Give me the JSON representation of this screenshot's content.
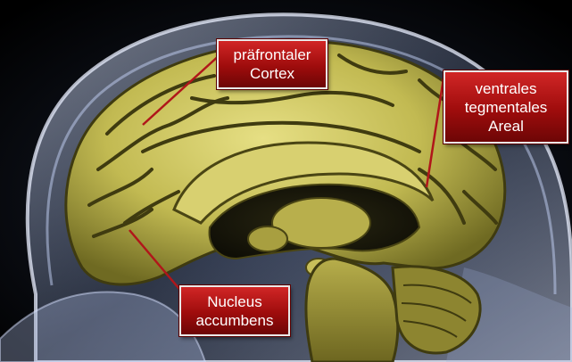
{
  "labels": {
    "prefrontal_cortex": {
      "line1": "präfrontaler",
      "line2": "Cortex"
    },
    "ventral_tegmental_area": {
      "line1": "ventrales",
      "line2": "tegmentales",
      "line3": "Areal"
    },
    "nucleus_accumbens": {
      "line1": "Nucleus",
      "line2": "accumbens"
    }
  },
  "colors": {
    "background": "#000000",
    "brain": "#c9c25a",
    "brain_sulcus": "#3f3b10",
    "label_fill": "#a10d0d",
    "label_border": "#e9e9e9",
    "leader_line": "#b0161a",
    "skull_glass": "#b9c7e6"
  }
}
